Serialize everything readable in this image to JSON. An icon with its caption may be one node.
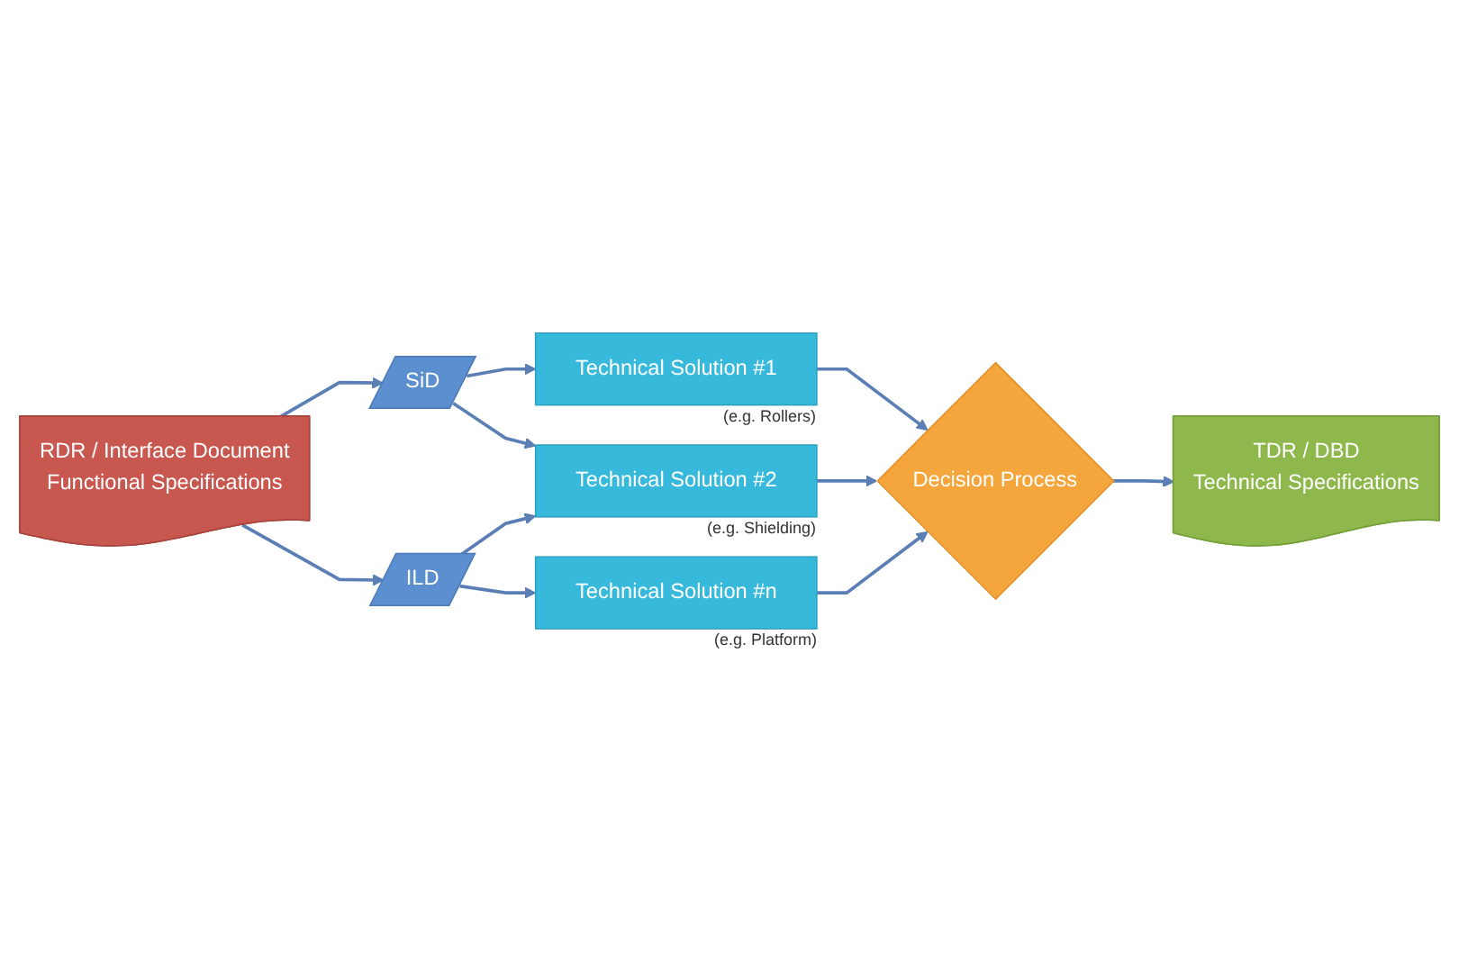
{
  "diagram": {
    "nodes": [
      {
        "text": [
          "RDR / Interface Document",
          "Functional Specifications"
        ]
      },
      {
        "text": [
          "SiD"
        ]
      },
      {
        "text": [
          "ILD"
        ]
      },
      {
        "text": [
          "Technical Solution #1"
        ],
        "beside": [
          "(e.g. Rollers)"
        ]
      },
      {
        "text": [
          "Technical Solution #2"
        ],
        "beside": [
          "(e.g. Shielding)"
        ]
      },
      {
        "text": [
          "Technical Solution #n"
        ],
        "beside": [
          "(e.g. Platform)"
        ]
      },
      {
        "text": [
          "Decision Process"
        ]
      },
      {
        "text": [
          "TDR / DBD",
          "Technical Specifications"
        ]
      }
    ],
    "edges": [
      {
        "from": 0,
        "to": 1,
        "arrow": "to"
      },
      {
        "from": 0,
        "to": 2,
        "arrow": "to"
      },
      {
        "from": 1,
        "to": 3,
        "arrow": "to"
      },
      {
        "from": 1,
        "to": 4,
        "arrow": "to"
      },
      {
        "from": 2,
        "to": 4,
        "arrow": "to"
      },
      {
        "from": 2,
        "to": 5,
        "arrow": "to"
      },
      {
        "from": 3,
        "to": 6,
        "arrow": "to"
      },
      {
        "from": 4,
        "to": 6,
        "arrow": "to"
      },
      {
        "from": 5,
        "to": 6,
        "arrow": "to"
      },
      {
        "from": 6,
        "to": 7,
        "arrow": "to"
      }
    ]
  }
}
